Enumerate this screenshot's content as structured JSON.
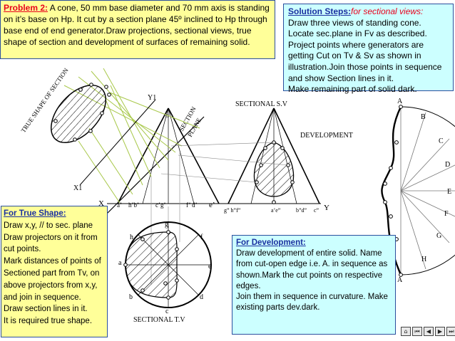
{
  "problem": {
    "heading": "Problem 2:",
    "text": "A cone, 50 mm base diameter and 70 mm axis is standing on it’s base on Hp. It cut by a section plane 45º inclined to Hp through base end of end generator.Draw projections, sectional views, true shape of section and development of surfaces of remaining solid."
  },
  "solution_steps": {
    "heading": "Solution Steps:",
    "subheading": "for sectional views:",
    "text": "Draw three views of standing cone.\nLocate sec.plane in Fv as described.\nProject points where generators are getting Cut on Tv & Sv as shown in illustration.Join those points in sequence and show Section lines in it.\nMake remaining part of solid dark."
  },
  "true_shape": {
    "heading": "For True Shape:",
    "text": "Draw x,y, // to sec. plane\nDraw projectors on it from cut points.\nMark distances of points of Sectioned part from Tv, on above projectors from x,y, and join in sequence.\nDraw section lines in it.\nIt is required true shape."
  },
  "development_box": {
    "heading": "For Development:",
    "text": "Draw development of entire solid. Name from cut-open edge i.e. A. in sequence as shown.Mark the cut points on respective edges.\nJoin them in sequence in curvature. Make existing parts dev.dark."
  },
  "labels": {
    "true_shape_of_section": "TRUE SHAPE OF SECTION",
    "section_plane_1": "SECTION",
    "section_plane_2": "PLANE",
    "sectional_sv": "SECTIONAL S.V",
    "sectional_tv": "SECTIONAL T.V",
    "development": "DEVELOPMENT",
    "x": "X",
    "y": "Y",
    "x1": "X1",
    "y1": "Y1",
    "apex_fv": "o’",
    "fv_base": [
      "a’",
      "h’b’",
      "c’g’",
      "f’ d’",
      "e’"
    ],
    "sv_base": [
      "g” h”f”",
      "a’e”",
      "b”d”",
      "c”"
    ],
    "tv_points": [
      "a",
      "b",
      "c",
      "d",
      "e",
      "f",
      "g",
      "h"
    ],
    "dev_points": [
      "A",
      "B",
      "C",
      "D",
      "E",
      "F",
      "G",
      "H",
      "A"
    ]
  },
  "nav_icons": [
    "home-icon",
    "first-icon",
    "prev-icon",
    "next-icon",
    "last-icon",
    "end-icon"
  ]
}
